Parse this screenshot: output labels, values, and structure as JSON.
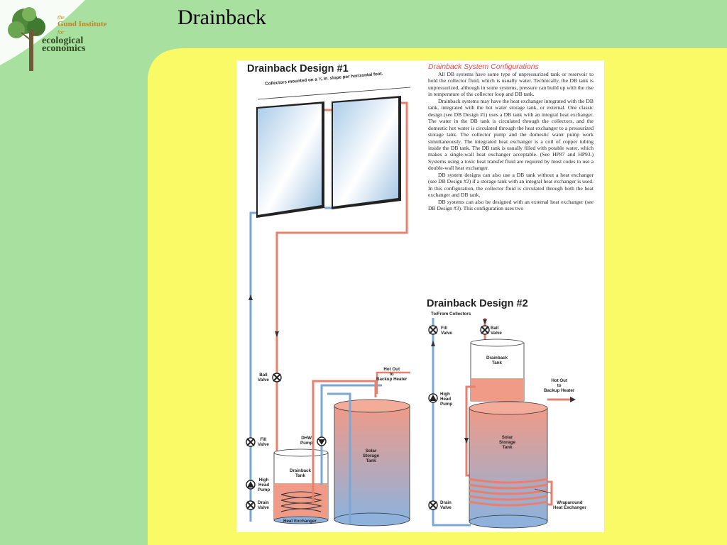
{
  "slide": {
    "title": "Drainback"
  },
  "logo": {
    "line1": "the",
    "line2": "Gund Institute",
    "line3": "for",
    "line4": "ecological",
    "line5": "economics"
  },
  "document": {
    "design1_heading": "Drainback Design #1",
    "design2_heading": "Drainback Design #2",
    "section_title": "Drainback System Configurations",
    "paragraphs": [
      "All DB systems have some type of unpressurized tank or reservoir to hold the collector fluid, which is usually water. Technically, the DB tank is unpressurized, although in some systems, pressure can build up with the rise in temperature of the collector loop and DB tank.",
      "Drainback systems may have the heat exchanger integrated with the DB tank, integrated with the hot water storage tank, or external. One classic design (see DB Design #1) uses a DB tank with an integral heat exchanger. The water in the DB tank is circulated through the collectors, and the domestic hot water is circulated through the heat exchanger to a pressurized storage tank. The collector pump and the domestic water pump work simultaneously. The integrated heat exchanger is a coil of copper tubing inside the DB tank. The DB tank is usually filled with potable water, which makes a single-wall heat exchanger acceptable. (See HP87 and HP93.) Systems using a toxic heat transfer fluid are required by most codes to use a double-wall heat exchanger.",
      "DB system designs can also use a DB tank without a heat exchanger (see DB Design #2) if a storage tank with an integral heat exchanger is used. In this configuration, the collector fluid is circulated through both the heat exchanger and DB tank.",
      "DB systems can also be designed with an external heat exchanger (see DB Design #3). This configuration uses two"
    ],
    "d1_labels": {
      "collectors": "Collectors mounted on a ¼ in. slope per horizontal foot.",
      "ball_valve": "Ball\nValve",
      "fill_valve": "Fill\nValve",
      "high_head_pump": "High\nHead\nPump",
      "drain_valve": "Drain\nValve",
      "dhw_pump": "DHW\nPump",
      "drainback_tank": "Drainback\nTank",
      "heat_exchanger": "Heat Exchanger",
      "hot_out": "Hot Out\nto\nBackup Heater",
      "solar_storage": "Solar\nStorage\nTank"
    },
    "d2_labels": {
      "to_from": "To/From Collectors",
      "fill_valve": "Fill\nValve",
      "ball_valve": "Ball\nValve",
      "drainback_tank": "Drainback\nTank",
      "high_head_pump": "High\nHead\nPump",
      "hot_out": "Hot Out\nto\nBackup Heater",
      "solar_storage": "Solar\nStorage\nTank",
      "drain_valve": "Drain\nValve",
      "wraparound": "Wraparound\nHeat Exchanger"
    }
  },
  "colors": {
    "slide_yellow": "#fafa66",
    "slide_green": "#a8e0a0",
    "hot_pipe": "#e8806e",
    "cold_pipe": "#7aa7d6",
    "tank_pink": "#f0a090",
    "accent_red": "#d9534a"
  }
}
